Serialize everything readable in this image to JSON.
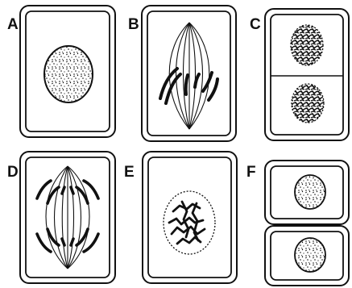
{
  "figure": {
    "panels": [
      {
        "label": "A",
        "stage": "interphase"
      },
      {
        "label": "B",
        "stage": "metaphase"
      },
      {
        "label": "C",
        "stage": "telophase-cytokinesis"
      },
      {
        "label": "D",
        "stage": "anaphase"
      },
      {
        "label": "E",
        "stage": "prophase"
      },
      {
        "label": "F",
        "stage": "daughter-cells"
      }
    ]
  },
  "colors": {
    "ink": "#111111",
    "background": "#ffffff"
  }
}
